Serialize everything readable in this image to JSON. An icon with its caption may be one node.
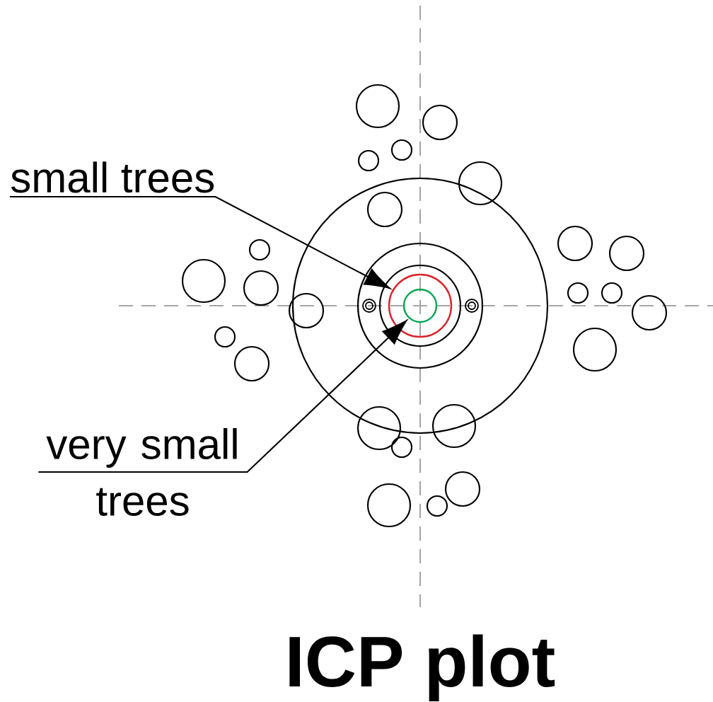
{
  "diagram": {
    "title": "ICP plot",
    "nodes": [
      {
        "text": [
          "small trees"
        ]
      },
      {
        "text": [
          "very small trees"
        ]
      },
      {
        "text": [],
        "shape": "circle"
      },
      {
        "text": [],
        "shape": "circle",
        "in": 2
      }
    ],
    "edges": [
      {
        "from": 0,
        "to": 2,
        "arrow": "to"
      },
      {
        "from": 1,
        "to": 3,
        "arrow": "to"
      }
    ]
  }
}
